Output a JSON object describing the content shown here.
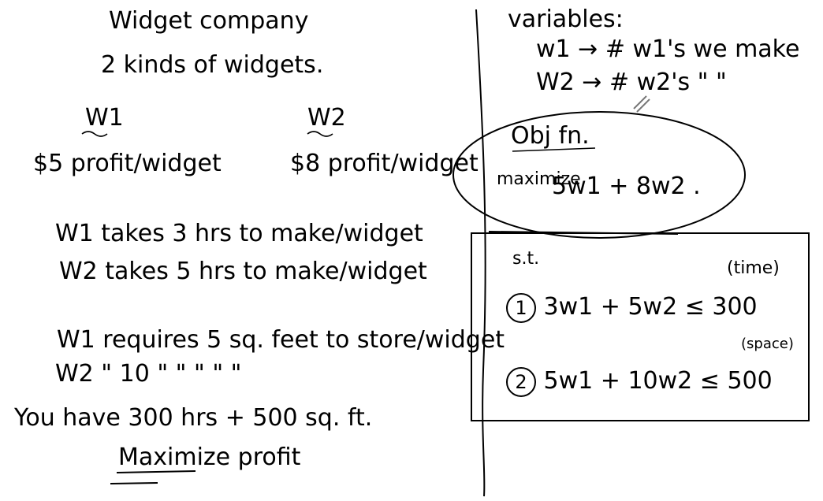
{
  "left_panel": {
    "title": "Widget company",
    "subtitle": "2 kinds of widgets.",
    "w1_label": "W1",
    "w2_label": "W2",
    "w1_profit": "$5 profit/widget",
    "w2_profit": "$8 profit/widget",
    "w1_time": "W1 takes 3 hrs to make/widget",
    "w2_time": "W2 takes 5 hrs to make/widget",
    "w1_space": "W1 requires 5 sq. feet to store/widget",
    "w2_space": "W2 \"   10 \"   \"   \"   \"   \"",
    "resources": "You have 300 hrs + 500 sq. ft.",
    "goal": "Maximize profit"
  },
  "right_panel": {
    "variables_heading": "variables:",
    "var_w1": "w1 → # w1's we make",
    "var_w2": "W2 → # w2's  \"   \"",
    "objective_heading": "Obj fn.",
    "maximize_label": "maximize",
    "objective_expr": "5w1 + 8w2 .",
    "subject_to": "s.t.",
    "c1_tag": "(time)",
    "c1_number": "1",
    "c1_expr": "3w1 + 5w2 ≤ 300",
    "c2_tag": "(space)",
    "c2_number": "2",
    "c2_expr": "5w1 + 10w2 ≤ 500"
  }
}
